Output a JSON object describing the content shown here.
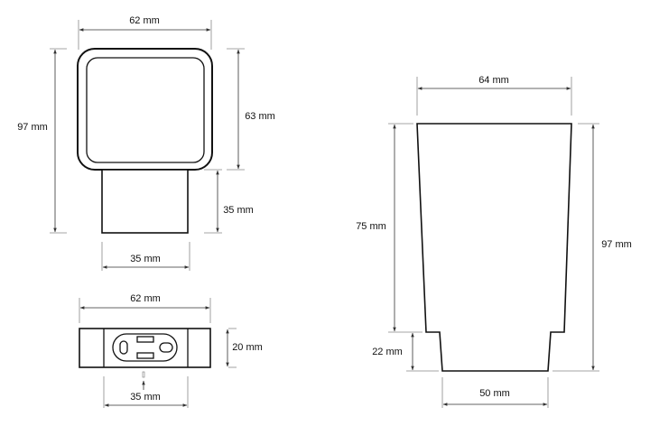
{
  "front_view": {
    "width_label": "62 mm",
    "total_height_label": "97 mm",
    "head_height_label": "63 mm",
    "stem_height_label": "35 mm",
    "stem_width_label": "35 mm"
  },
  "bottom_view": {
    "width_label": "62 mm",
    "depth_label": "20 mm",
    "mount_width_label": "35 mm"
  },
  "cup_view": {
    "top_width_label": "64 mm",
    "upper_height_label": "75 mm",
    "base_height_label": "22 mm",
    "total_height_label": "97 mm",
    "base_width_label": "50 mm"
  }
}
